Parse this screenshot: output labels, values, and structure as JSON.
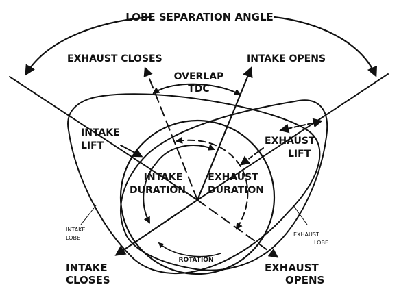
{
  "labels": {
    "lobe_separation_angle": "LOBE SEPARATION ANGLE",
    "exhaust_closes": "EXHAUST CLOSES",
    "intake_opens": "INTAKE OPENS",
    "overlap": "OVERLAP",
    "tdc": "TDC",
    "intake_lift_1": "INTAKE",
    "intake_lift_2": "LIFT",
    "exhaust_lift_1": "EXHAUST",
    "exhaust_lift_2": "LIFT",
    "intake_duration_1": "INTAKE",
    "intake_duration_2": "DURATION",
    "exhaust_duration_1": "EXHAUST",
    "exhaust_duration_2": "DURATION",
    "intake_lobe_1": "INTAKE",
    "intake_lobe_2": "LOBE",
    "exhaust_lobe_1": "EXHAUST",
    "exhaust_lobe_2": "LOBE",
    "rotation": "ROTATION",
    "intake_closes_1": "INTAKE",
    "intake_closes_2": "CLOSES",
    "exhaust_opens_1": "EXHAUST",
    "exhaust_opens_2": "OPENS"
  },
  "colors": {
    "ink": "#111111",
    "background": "#ffffff"
  }
}
